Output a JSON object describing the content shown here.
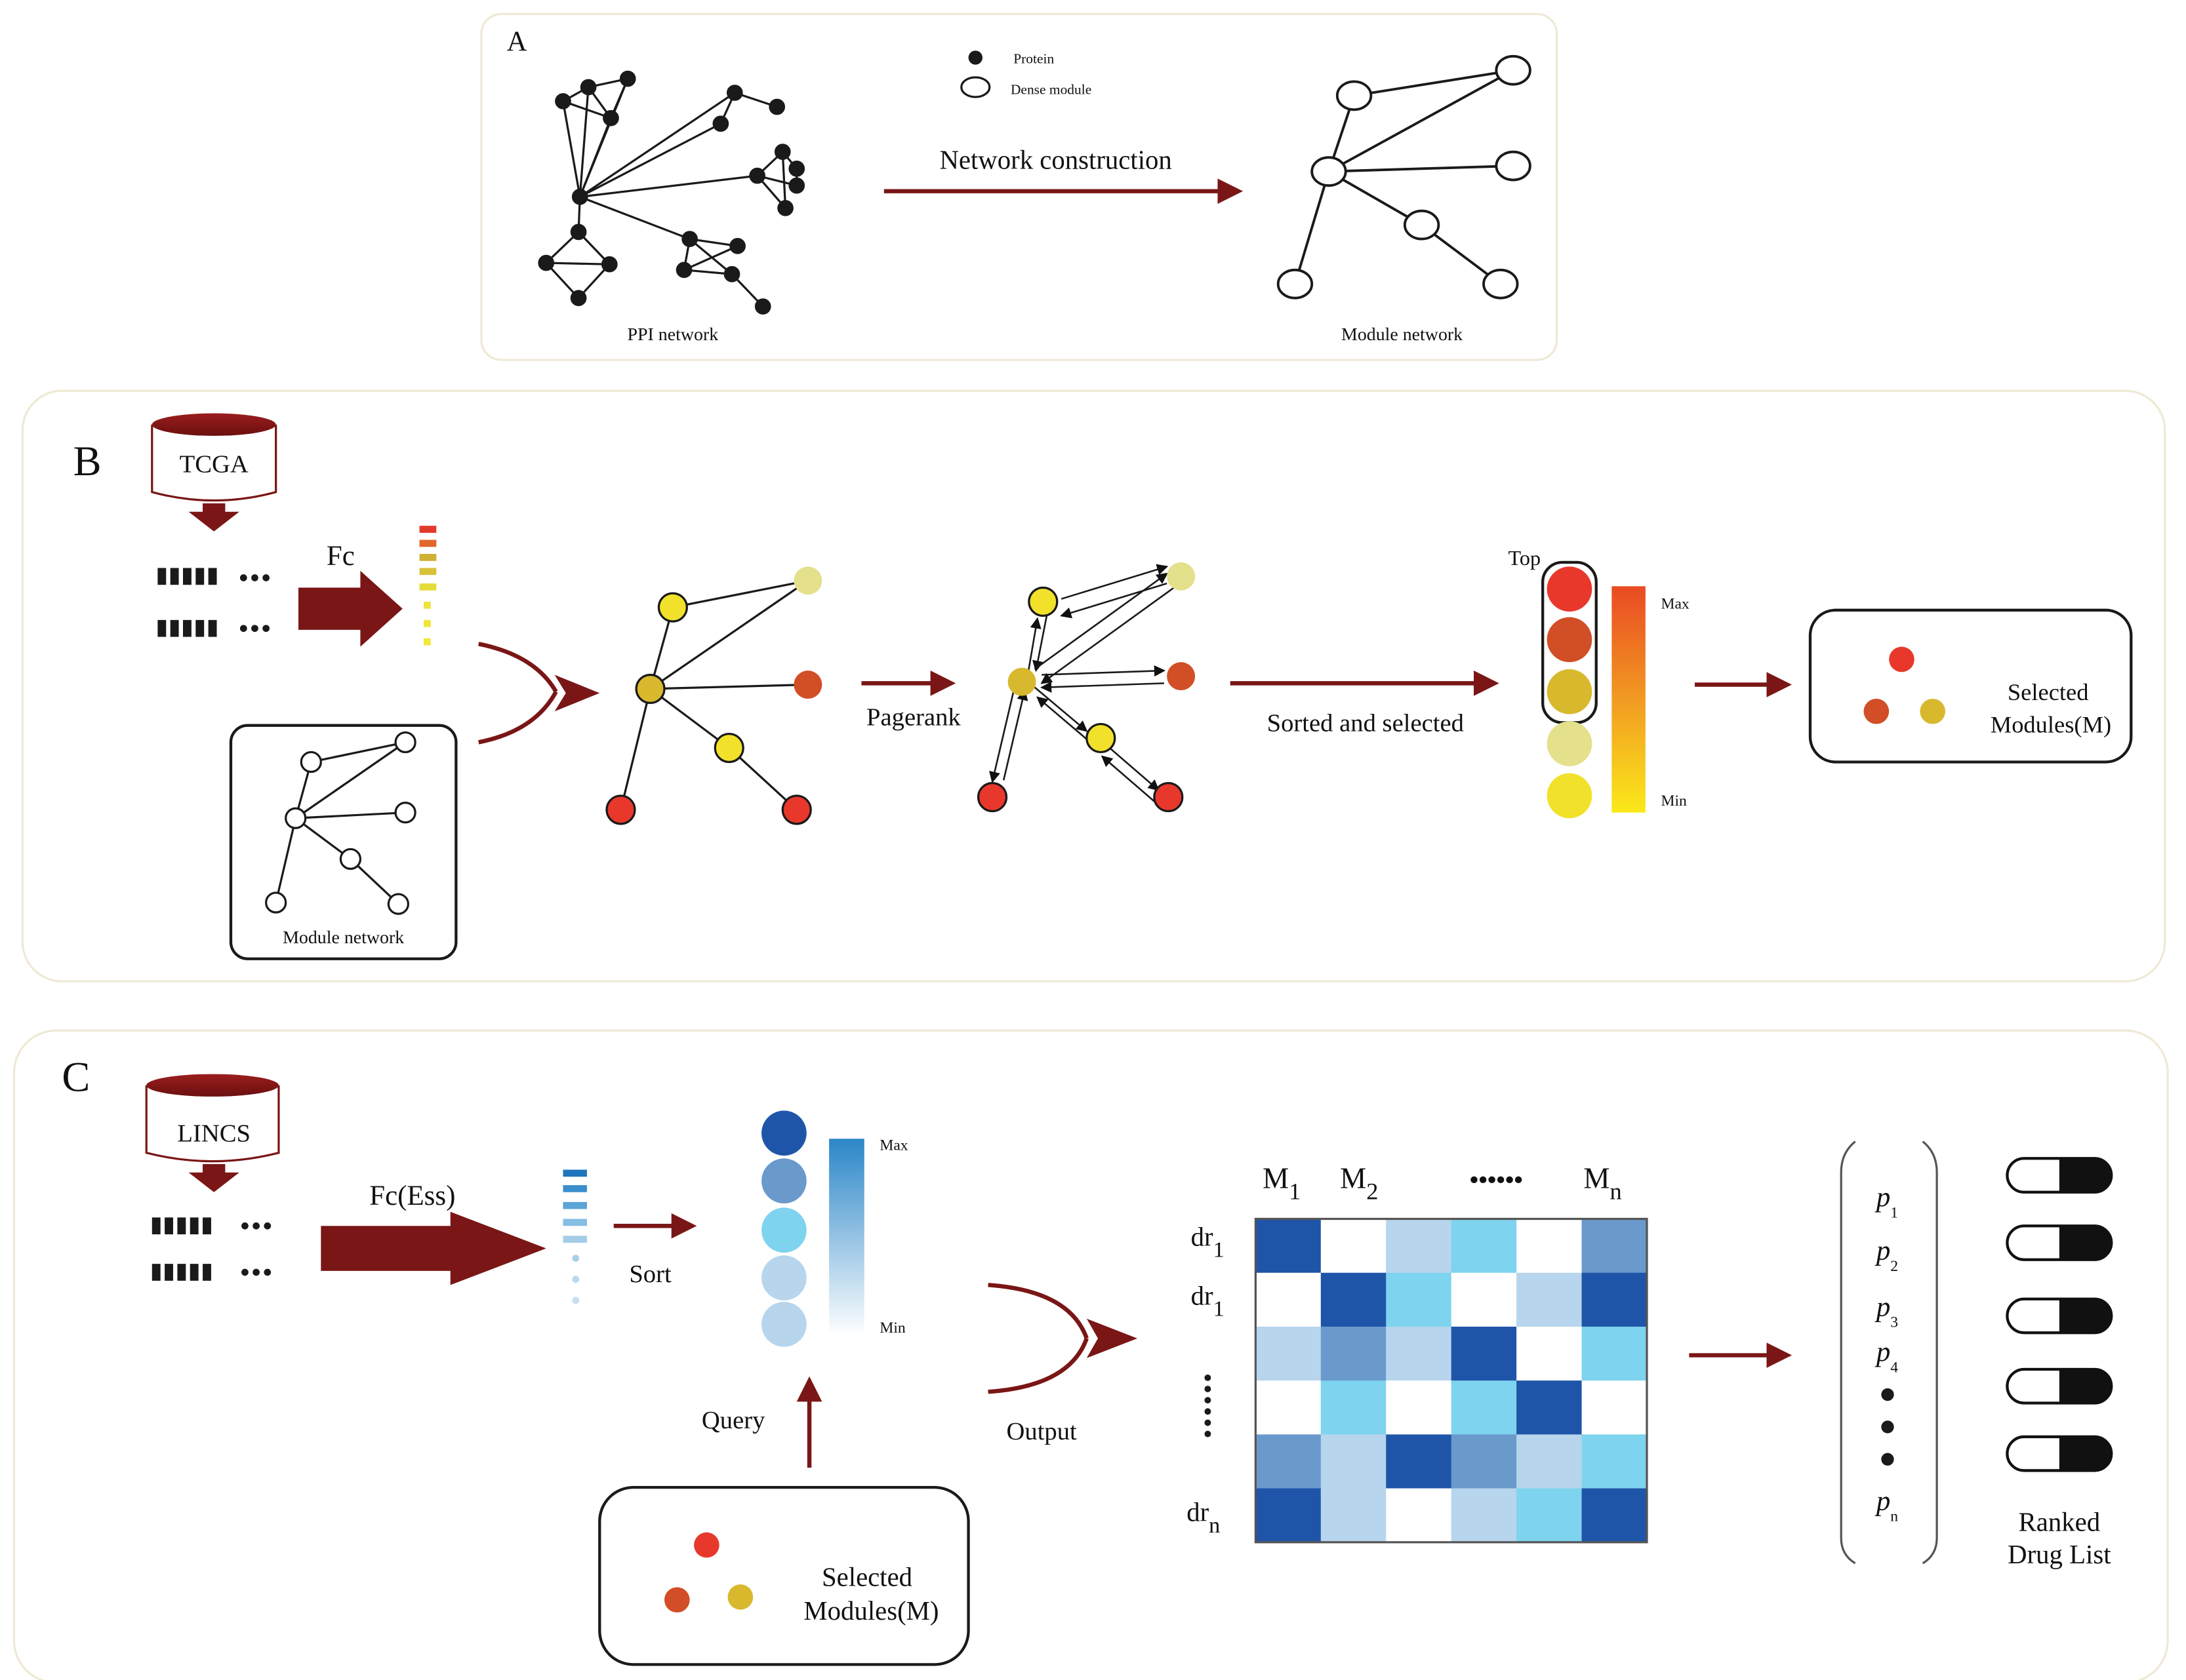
{
  "panel_a": {
    "letter": "A",
    "legend": {
      "protein": "Protein",
      "dense_module": "Dense module"
    },
    "arrow_label": "Network construction",
    "left_caption": "PPI network",
    "right_caption": "Module network"
  },
  "panel_b": {
    "letter": "B",
    "database": "TCGA",
    "fc_label": "Fc",
    "module_box_caption": "Module network",
    "pagerank_label": "Pagerank",
    "sorted_label": "Sorted and selected",
    "top_label": "Top",
    "scale_max": "Max",
    "scale_min": "Min",
    "selected_line1": "Selected",
    "selected_line2": "Modules(M)"
  },
  "panel_c": {
    "letter": "C",
    "database": "LINCS",
    "fc_label": "Fc(Ess)",
    "sort_label": "Sort",
    "scale_max": "Max",
    "scale_min": "Min",
    "query_label": "Query",
    "output_label": "Output",
    "selected_line1": "Selected",
    "selected_line2": "Modules(M)",
    "matrix_cols": [
      "M",
      "M",
      "M"
    ],
    "matrix_col_subs": [
      "1",
      "2",
      "n"
    ],
    "matrix_col_ellipsis": "••••••",
    "matrix_rows": [
      "dr",
      "dr",
      "dr"
    ],
    "matrix_row_subs": [
      "1",
      "1",
      "n"
    ],
    "ranked_p": [
      "p",
      "p",
      "p",
      "p",
      "p"
    ],
    "ranked_p_subs": [
      "1",
      "2",
      "3",
      "4",
      "n"
    ],
    "ranked_line1": "Ranked",
    "ranked_line2": "Drug List"
  },
  "colors": {
    "arrow": "#7a1616",
    "red": "#e8382c",
    "orange": "#d14e26",
    "gold": "#d8b92e",
    "yellow": "#f1e12a",
    "pale_yellow": "#e4e08c",
    "blue_dark": "#1f55a8",
    "blue_mid": "#6a99cc",
    "blue_light": "#7ed3ee",
    "blue_pale": "#b7d5ec"
  }
}
